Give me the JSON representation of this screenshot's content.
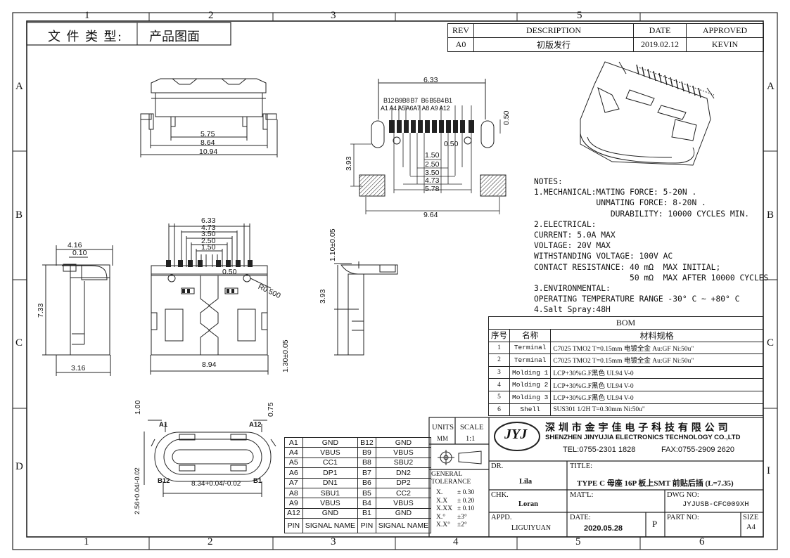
{
  "file_type": {
    "label": "文 件 类 型:",
    "value": "产品图面"
  },
  "zones": {
    "top": [
      "1",
      "2",
      "3",
      "5"
    ],
    "bottom": [
      "1",
      "2",
      "3",
      "4",
      "5",
      "6"
    ],
    "left": [
      "A",
      "B",
      "C",
      "D"
    ],
    "right": [
      "A",
      "B",
      "C",
      "I"
    ]
  },
  "revision": {
    "headers": [
      "REV",
      "DESCRIPTION",
      "DATE",
      "APPROVED"
    ],
    "rows": [
      [
        "A0",
        "初版发行",
        "2019.02.12",
        "KEVIN"
      ]
    ]
  },
  "notes": {
    "title": "NOTES:",
    "lines": [
      "1.MECHANICAL:MATING FORCE: 5-20N .",
      "             UNMATING FORCE: 8-20N .",
      "                DURABILITY: 10000 CYCLES MIN.",
      "2.ELECTRICAL:",
      "CURRENT: 5.0A MAX",
      "VOLTAGE: 20V MAX",
      "WITHSTANDING VOLTAGE: 100V AC",
      "CONTACT RESISTANCE: 40 mΩ  MAX INITIAL;",
      "                    50 mΩ  MAX AFTER 10000 CYCLES",
      "3.ENVIRONMENTAL:",
      "OPERATING TEMPERATURE RANGE -30° C ~ +80° C",
      "4.Salt Spray:48H"
    ]
  },
  "bom": {
    "title": "BOM",
    "headers": [
      "序号",
      "名称",
      "材料规格"
    ],
    "rows": [
      [
        "1",
        "Terminal",
        "C7025 TMO2 T=0.15mm  电镀全金 Au:GF   Ni:50u\""
      ],
      [
        "2",
        "Terminal",
        "C7025 TMO2 T=0.15mm  电镀全金 Au:GF   Ni:50u\""
      ],
      [
        "3",
        "Molding 1",
        "LCP+30%G.F黑色  UL94 V-0"
      ],
      [
        "4",
        "Molding 2",
        "LCP+30%G.F黑色  UL94 V-0"
      ],
      [
        "5",
        "Molding 3",
        "LCP+30%G.F黑色  UL94 V-0"
      ],
      [
        "6",
        "Shell",
        "SUS301 1/2H T=0.30mm  Ni:50u\""
      ]
    ]
  },
  "pin_table": {
    "rows": [
      [
        "A1",
        "GND",
        "B12",
        "GND"
      ],
      [
        "A4",
        "VBUS",
        "B9",
        "VBUS"
      ],
      [
        "A5",
        "CC1",
        "B8",
        "SBU2"
      ],
      [
        "A6",
        "DP1",
        "B7",
        "DN2"
      ],
      [
        "A7",
        "DN1",
        "B6",
        "DP2"
      ],
      [
        "A8",
        "SBU1",
        "B5",
        "CC2"
      ],
      [
        "A9",
        "VBUS",
        "B4",
        "VBUS"
      ],
      [
        "A12",
        "GND",
        "B1",
        "GND"
      ]
    ],
    "footer": [
      "PIN",
      "SIGNAL NAME",
      "PIN",
      "SIGNAL NAME"
    ]
  },
  "title_block": {
    "units_label": "UNITS",
    "units_value": "MM",
    "scale_label": "SCALE",
    "scale_value": "1:1",
    "logo_text": "JYJ",
    "company_cn": "深 圳 市 金 宇 佳 电 子 科 技 有 限 公 司",
    "company_en": "SHENZHEN  JINYUJIA  ELECTRONICS TECHNOLOGY CO.,LTD",
    "tel": "TEL:0755-2301 1828",
    "fax": "FAX:0755-2909 2620",
    "tolerance_title": "GENERAL TOLERANCE",
    "tolerances": [
      [
        "X.",
        "± 0.30"
      ],
      [
        "X.X",
        "± 0.20"
      ],
      [
        "X.XX",
        "± 0.10"
      ],
      [
        "X.°",
        "±3°"
      ],
      [
        "X.X°",
        "±2°"
      ]
    ],
    "dr_label": "DR.",
    "dr_value": "Lila",
    "title_label": "TITLE:",
    "title_value": "TYPE C 母座 16P 板上SMT 前贴后插 (L=7.35)",
    "chk_label": "CHK.",
    "chk_value": "Loran",
    "matl_label": "MAT'L:",
    "dwg_label": "DWG NO:",
    "dwg_value": "JYJUSB-CFC009XH",
    "appd_label": "APPD.",
    "appd_value": "LIGUIYUAN",
    "date_label": "DATE:",
    "date_value": "2020.05.28",
    "proj": "P",
    "part_label": "PART NO:",
    "size_label": "SIZE",
    "size_value": "A4"
  },
  "dimensions": {
    "front_top": [
      "5.75",
      "8.64",
      "10.94"
    ],
    "footprint_width": "6.33",
    "footprint_pins_top": [
      "B12",
      "B9",
      "B8",
      "B7",
      "B6",
      "B5",
      "B4",
      "B1"
    ],
    "footprint_pins_bot": [
      "A1",
      "A4",
      "A5",
      "A6",
      "A7",
      "A8",
      "A9",
      "A12"
    ],
    "footprint_dims": [
      "0.50",
      "0.50",
      "1.50",
      "2.50",
      "3.50",
      "4.73",
      "5.78",
      "3.93",
      "9.64"
    ],
    "top_view_dims": [
      "6.33",
      "4.73",
      "3.50",
      "2.50",
      "1.50",
      "0.50",
      "R0.500",
      "8.94"
    ],
    "side_dims": [
      "4.16",
      "0.10",
      "7.33",
      "3.16"
    ],
    "side2_dims": [
      "1.10±0.05",
      "3.93",
      "1.30±0.05"
    ],
    "end_dims": [
      "1.00",
      "0.75",
      "2.56+0.04/-0.02",
      "8.34+0.04/-0.02"
    ],
    "end_labels": [
      "A1",
      "A12",
      "B12",
      "B1"
    ]
  }
}
